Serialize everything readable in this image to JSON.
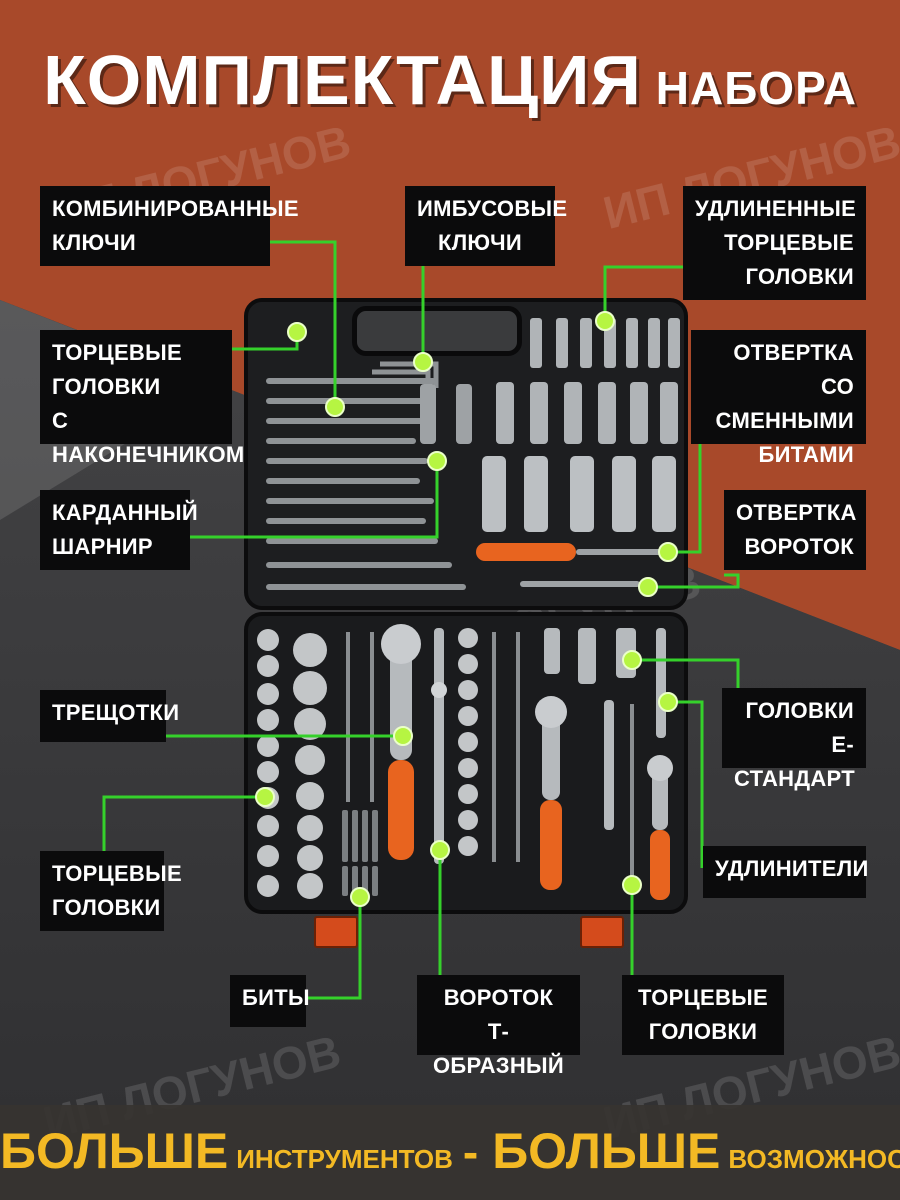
{
  "title": {
    "main": "КОМПЛЕКТАЦИЯ",
    "sub": "НАБОРА"
  },
  "watermark": "ИП ЛОГУНОВ",
  "accent_colors": {
    "line": "#35d12b",
    "dot": "#b6f542",
    "slogan": "#f3b924",
    "latch": "#d44b1c"
  },
  "labels": {
    "combination_wrenches": "КОМБИНИРОВАННЫЕ\nКЛЮЧИ",
    "hex_keys": "ИМБУСОВЫЕ\nКЛЮЧИ",
    "deep_sockets": "УДЛИНЕННЫЕ\nТОРЦЕВЫЕ\nГОЛОВКИ",
    "bit_sockets": "ТОРЦЕВЫЕ\nГОЛОВКИ\nС НАКОНЕЧНИКОМ",
    "bit_screwdriver": "ОТВЕРТКА\nСО СМЕННЫМИ\nБИТАМИ",
    "universal_joint": "КАРДАННЫЙ\nШАРНИР",
    "screwdriver_wrench": "ОТВЕРТКА\nВОРОТОК",
    "ratchets": "ТРЕЩОТКИ",
    "e_sockets": "ГОЛОВКИ\nE-СТАНДАРТ",
    "sockets_left": "ТОРЦЕВЫЕ\nГОЛОВКИ",
    "extensions": "УДЛИНИТЕЛИ",
    "bits": "БИТЫ",
    "t_handle": "ВОРОТОК\nТ-ОБРАЗНЫЙ",
    "sockets_bottom": "ТОРЦЕВЫЕ\nГОЛОВКИ"
  },
  "slogan": {
    "word1": "БОЛЬШЕ",
    "text1": "ИНСТРУМЕНТОВ",
    "dash": "-",
    "word2": "БОЛЬШЕ",
    "text2": "ВОЗМОЖНОСТЕЙ!"
  }
}
